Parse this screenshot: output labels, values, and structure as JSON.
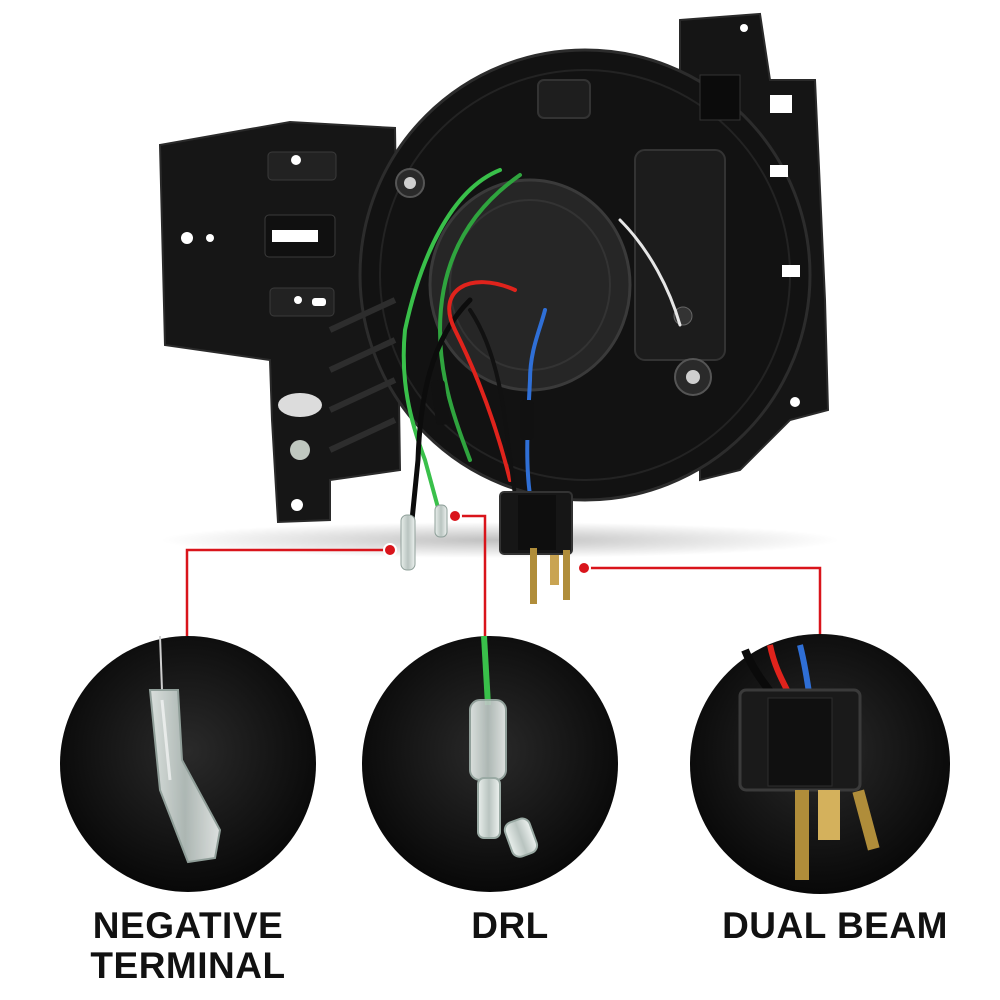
{
  "image": {
    "subject": "headlight-housing-rear-view",
    "colors": {
      "background": "#ffffff",
      "callout_line": "#d9141b",
      "housing": "#141414",
      "wire_green": "#39c04a",
      "wire_red": "#e0231c",
      "wire_blue": "#2f6fd6",
      "wire_black": "#111111",
      "terminal_clear": "#cfd8d4"
    }
  },
  "callouts": {
    "negative": {
      "line1": "NEGATIVE",
      "line2": "TERMINAL"
    },
    "drl": {
      "label": "DRL"
    },
    "dual_beam": {
      "label": "DUAL BEAM"
    }
  }
}
